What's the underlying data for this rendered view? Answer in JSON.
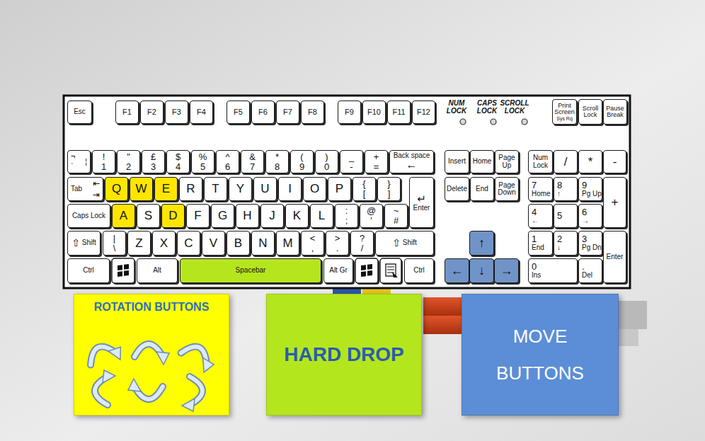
{
  "diagram": {
    "nodes": [
      {
        "text": [
          "Esc"
        ]
      },
      {
        "text": [
          "F1"
        ]
      },
      {
        "text": [
          "F2"
        ]
      },
      {
        "text": [
          "F3"
        ]
      },
      {
        "text": [
          "F4"
        ]
      },
      {
        "text": [
          "F5"
        ]
      },
      {
        "text": [
          "F6"
        ]
      },
      {
        "text": [
          "F7"
        ]
      },
      {
        "text": [
          "F8"
        ]
      },
      {
        "text": [
          "F9"
        ]
      },
      {
        "text": [
          "F10"
        ]
      },
      {
        "text": [
          "F11"
        ]
      },
      {
        "text": [
          "F12"
        ]
      },
      {
        "text": [
          "Print Screen",
          "Sys Rq"
        ]
      },
      {
        "text": [
          "Scroll Lock"
        ]
      },
      {
        "text": [
          "Pause Break"
        ]
      },
      {
        "text": [
          "¬",
          "`",
          "¦"
        ]
      },
      {
        "text": [
          "!",
          "1"
        ]
      },
      {
        "text": [
          "\"",
          "2"
        ]
      },
      {
        "text": [
          "£",
          "3"
        ]
      },
      {
        "text": [
          "$",
          "4"
        ]
      },
      {
        "text": [
          "%",
          "5"
        ]
      },
      {
        "text": [
          "^",
          "6"
        ]
      },
      {
        "text": [
          "&",
          "7"
        ]
      },
      {
        "text": [
          "*",
          "8"
        ]
      },
      {
        "text": [
          "(",
          "9"
        ]
      },
      {
        "text": [
          ")",
          "0"
        ]
      },
      {
        "text": [
          "_",
          "-"
        ]
      },
      {
        "text": [
          "+",
          "="
        ]
      },
      {
        "text": [
          "Back space",
          "←"
        ]
      },
      {
        "text": [
          "Insert"
        ]
      },
      {
        "text": [
          "Home"
        ]
      },
      {
        "text": [
          "Page Up"
        ]
      },
      {
        "text": [
          "Num Lock"
        ]
      },
      {
        "text": [
          "/"
        ]
      },
      {
        "text": [
          "*"
        ]
      },
      {
        "text": [
          "-"
        ]
      },
      {
        "text": [
          "Tab",
          "⇤",
          "⇥"
        ]
      },
      {
        "text": [
          "Q"
        ]
      },
      {
        "text": [
          "W"
        ]
      },
      {
        "text": [
          "E"
        ]
      },
      {
        "text": [
          "R"
        ]
      },
      {
        "text": [
          "T"
        ]
      },
      {
        "text": [
          "Y"
        ]
      },
      {
        "text": [
          "U"
        ]
      },
      {
        "text": [
          "I"
        ]
      },
      {
        "text": [
          "O"
        ]
      },
      {
        "text": [
          "P"
        ]
      },
      {
        "text": [
          "{",
          "["
        ]
      },
      {
        "text": [
          "}",
          "]"
        ]
      },
      {
        "text": [
          "↵",
          "Enter"
        ]
      },
      {
        "text": [
          "Delete"
        ]
      },
      {
        "text": [
          "End"
        ]
      },
      {
        "text": [
          "Page Down"
        ]
      },
      {
        "text": [
          "7",
          "Home"
        ]
      },
      {
        "text": [
          "8",
          "↑"
        ]
      },
      {
        "text": [
          "9",
          "Pg Up"
        ]
      },
      {
        "text": [
          "+"
        ]
      },
      {
        "text": [
          "Caps Lock"
        ]
      },
      {
        "text": [
          "A"
        ]
      },
      {
        "text": [
          "S"
        ]
      },
      {
        "text": [
          "D"
        ]
      },
      {
        "text": [
          "F"
        ]
      },
      {
        "text": [
          "G"
        ]
      },
      {
        "text": [
          "H"
        ]
      },
      {
        "text": [
          "J"
        ]
      },
      {
        "text": [
          "K"
        ]
      },
      {
        "text": [
          "L"
        ]
      },
      {
        "text": [
          ":",
          ";"
        ]
      },
      {
        "text": [
          "@",
          "'"
        ]
      },
      {
        "text": [
          "~",
          "#"
        ]
      },
      {
        "text": [
          "4",
          "←"
        ]
      },
      {
        "text": [
          "5"
        ]
      },
      {
        "text": [
          "6",
          "→"
        ]
      },
      {
        "text": [
          "⇧",
          "Shift"
        ]
      },
      {
        "text": [
          "|",
          "\\"
        ]
      },
      {
        "text": [
          "Z"
        ]
      },
      {
        "text": [
          "X"
        ]
      },
      {
        "text": [
          "C"
        ]
      },
      {
        "text": [
          "V"
        ]
      },
      {
        "text": [
          "B"
        ]
      },
      {
        "text": [
          "N"
        ]
      },
      {
        "text": [
          "M"
        ]
      },
      {
        "text": [
          "<",
          ","
        ]
      },
      {
        "text": [
          ">",
          "."
        ]
      },
      {
        "text": [
          "?",
          "/"
        ]
      },
      {
        "text": [
          "⇧",
          "Shift"
        ]
      },
      {
        "text": [
          "↑"
        ]
      },
      {
        "text": [
          "1",
          "End"
        ]
      },
      {
        "text": [
          "2",
          "↓"
        ]
      },
      {
        "text": [
          "3",
          "Pg Dn"
        ]
      },
      {
        "text": [
          "Enter"
        ]
      },
      {
        "text": [
          "Ctrl"
        ]
      },
      {
        "text": [
          "Alt"
        ]
      },
      {
        "text": [
          "Spacebar"
        ]
      },
      {
        "text": [
          "Alt Gr"
        ]
      },
      {
        "text": [
          "Ctrl"
        ]
      },
      {
        "text": [
          "←"
        ]
      },
      {
        "text": [
          "↓"
        ]
      },
      {
        "text": [
          "→"
        ]
      },
      {
        "text": [
          "0",
          "Ins"
        ]
      },
      {
        "text": [
          ".",
          "Del"
        ]
      },
      {
        "text": [
          "ROTATION BUTTONS"
        ]
      },
      {
        "text": [
          "HARD DROP"
        ]
      },
      {
        "text": [
          "MOVE BUTTONS"
        ]
      }
    ],
    "labels": [
      "NUM LOCK",
      "CAPS LOCK",
      "SCROLL LOCK"
    ]
  }
}
